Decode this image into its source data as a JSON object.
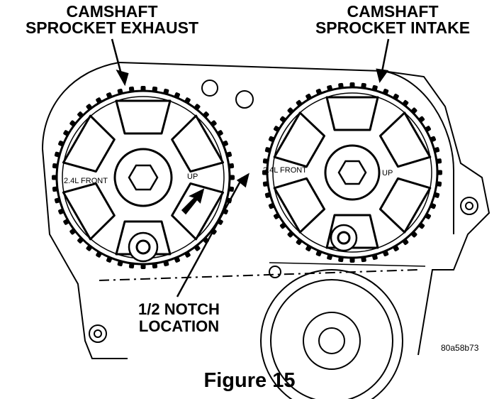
{
  "labels": {
    "exhaust_line1": "CAMSHAFT",
    "exhaust_line2": "SPROCKET EXHAUST",
    "intake_line1": "CAMSHAFT",
    "intake_line2": "SPROCKET INTAKE",
    "notch_line1": "1/2 NOTCH",
    "notch_line2": "LOCATION"
  },
  "sprocket_markings": {
    "exhaust_front": "2.4L FRONT",
    "exhaust_up": "UP",
    "intake_front": "2.4L FRONT",
    "intake_up": "UP"
  },
  "figure_code": "80a58b73",
  "caption": "Figure 15",
  "colors": {
    "ink": "#000000",
    "paper": "#ffffff"
  }
}
